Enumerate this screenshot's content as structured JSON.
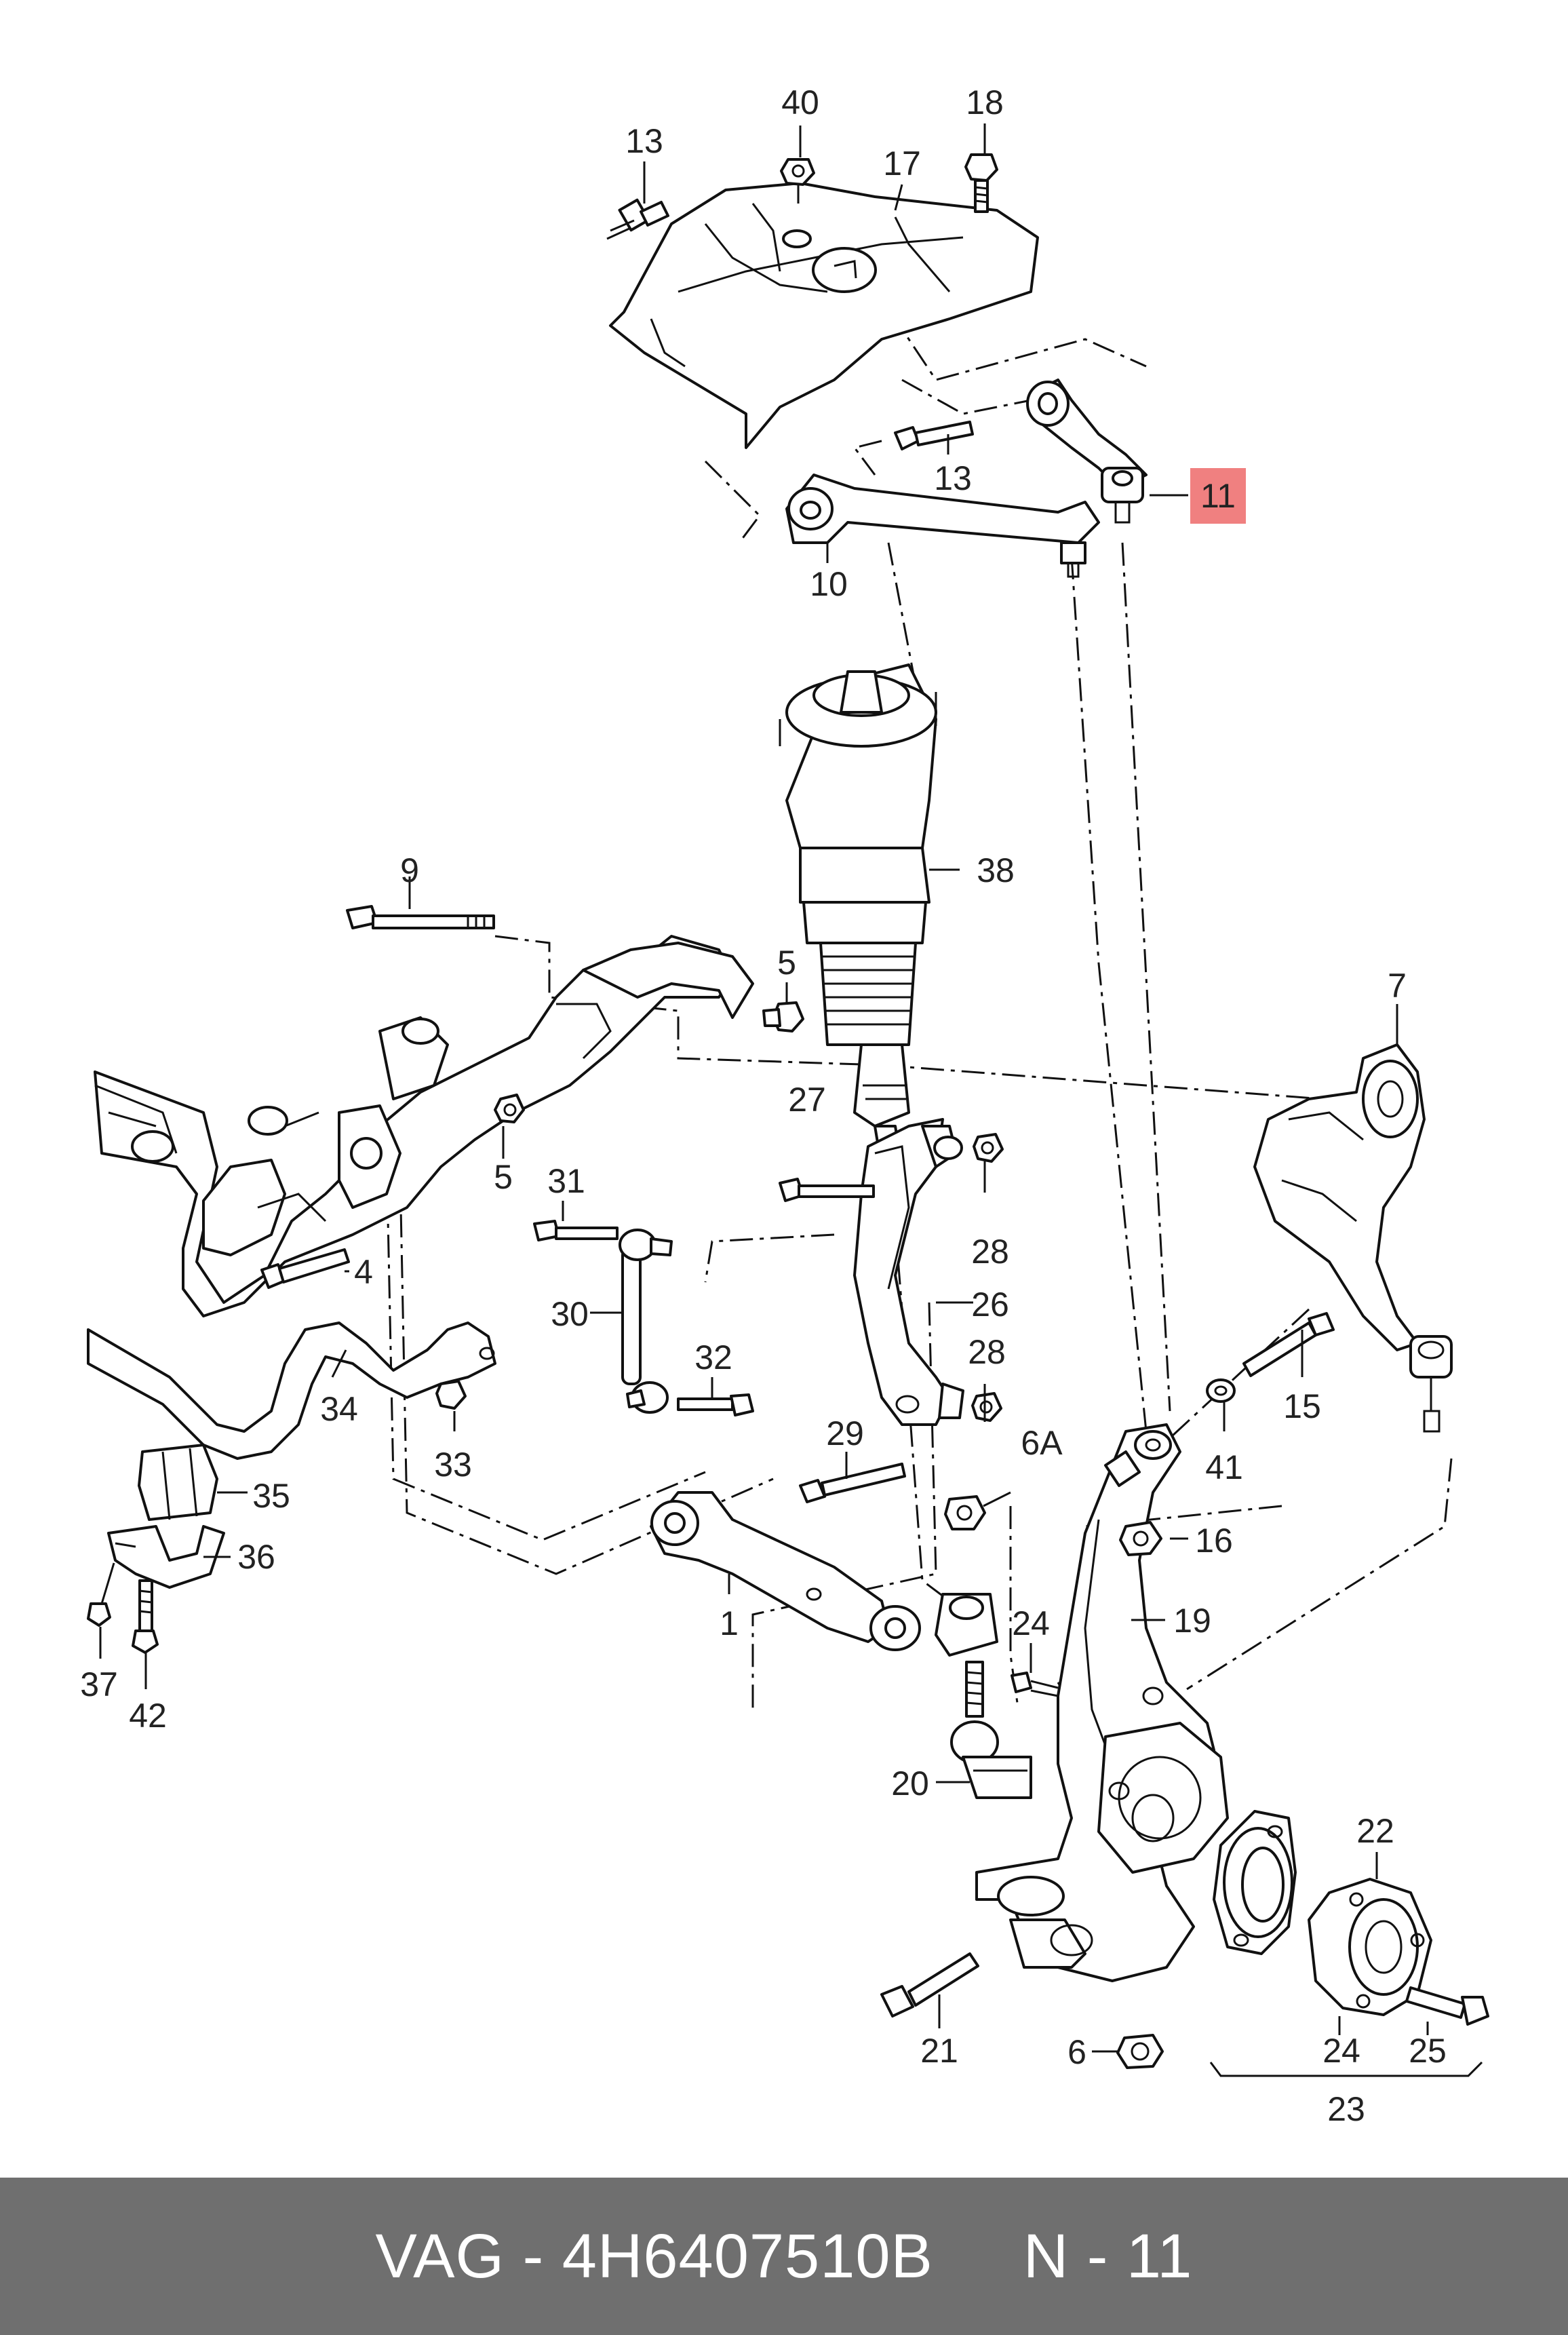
{
  "footer": {
    "brand": "VAG",
    "part_number": "4H6407510B",
    "position": "N - 11",
    "separator": " - ",
    "gap": "     "
  },
  "highlight_color": "#f08080",
  "labels": {
    "l1": "1",
    "l4": "4",
    "l5a": "5",
    "l5b": "5",
    "l6": "6",
    "l6A": "6A",
    "l7": "7",
    "l9": "9",
    "l10": "10",
    "l11": "11",
    "l13a": "13",
    "l13b": "13",
    "l15": "15",
    "l16": "16",
    "l17": "17",
    "l18": "18",
    "l19": "19",
    "l20": "20",
    "l21": "21",
    "l22": "22",
    "l23": "23",
    "l24a": "24",
    "l24b": "24",
    "l25": "25",
    "l26": "26",
    "l27": "27",
    "l28a": "28",
    "l28b": "28",
    "l29": "29",
    "l30": "30",
    "l31": "31",
    "l32": "32",
    "l33": "33",
    "l34": "34",
    "l35": "35",
    "l36": "36",
    "l37": "37",
    "l38": "38",
    "l40": "40",
    "l41": "41",
    "l42": "42"
  }
}
